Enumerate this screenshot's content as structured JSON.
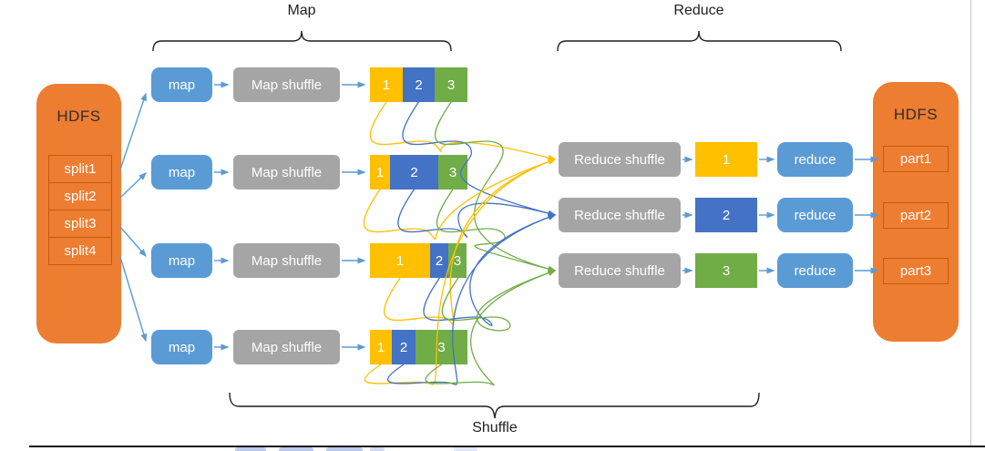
{
  "colors": {
    "orange": "#ED7D31",
    "orange_border": "#C55A11",
    "yellow": "#FFC000",
    "blue": "#4472C4",
    "green": "#70AD47",
    "light_blue": "#5B9BD5",
    "gray": "#A5A5A5",
    "brace": "#1f1f1f"
  },
  "braces": {
    "map_label": "Map",
    "reduce_label": "Reduce",
    "shuffle_label": "Shuffle"
  },
  "hdfs_left": {
    "title": "HDFS",
    "splits": [
      "split1",
      "split2",
      "split3",
      "split4"
    ]
  },
  "hdfs_right": {
    "title": "HDFS",
    "parts": [
      "part1",
      "part2",
      "part3"
    ]
  },
  "map_rows": [
    {
      "map_label": "map",
      "shuffle_label": "Map shuffle",
      "segments": [
        {
          "label": "1",
          "color": "yellow",
          "frac": 0.335
        },
        {
          "label": "2",
          "color": "blue",
          "frac": 0.33
        },
        {
          "label": "3",
          "color": "green",
          "frac": 0.335
        }
      ]
    },
    {
      "map_label": "map",
      "shuffle_label": "Map shuffle",
      "segments": [
        {
          "label": "1",
          "color": "yellow",
          "frac": 0.205
        },
        {
          "label": "2",
          "color": "blue",
          "frac": 0.495
        },
        {
          "label": "3",
          "color": "green",
          "frac": 0.3
        }
      ]
    },
    {
      "map_label": "map",
      "shuffle_label": "Map shuffle",
      "segments": [
        {
          "label": "1",
          "color": "yellow",
          "frac": 0.62
        },
        {
          "label": "2",
          "color": "blue",
          "frac": 0.19
        },
        {
          "label": "3",
          "color": "green",
          "frac": 0.19
        }
      ]
    },
    {
      "map_label": "map",
      "shuffle_label": "Map shuffle",
      "segments": [
        {
          "label": "1",
          "color": "yellow",
          "frac": 0.225
        },
        {
          "label": "2",
          "color": "blue",
          "frac": 0.245
        },
        {
          "label": "3",
          "color": "green",
          "frac": 0.53
        }
      ]
    }
  ],
  "reduce_rows": [
    {
      "shuffle_label": "Reduce shuffle",
      "bucket_label": "1",
      "bucket_color": "yellow",
      "reduce_label": "reduce"
    },
    {
      "shuffle_label": "Reduce shuffle",
      "bucket_label": "2",
      "bucket_color": "blue",
      "reduce_label": "reduce"
    },
    {
      "shuffle_label": "Reduce shuffle",
      "bucket_label": "3",
      "bucket_color": "green",
      "reduce_label": "reduce"
    }
  ]
}
